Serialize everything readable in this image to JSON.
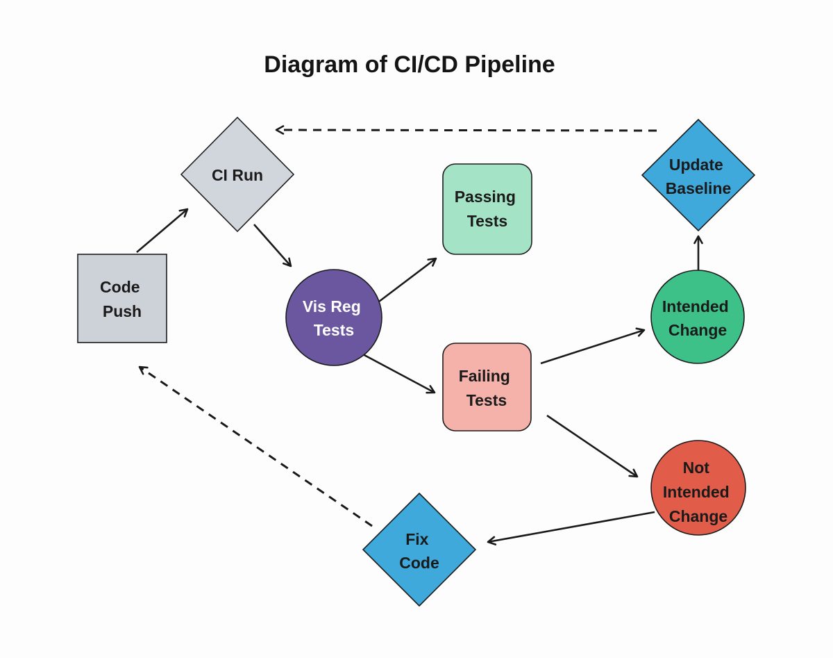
{
  "title": "Diagram of CI/CD Pipeline",
  "background_color": "#fdfdfd",
  "line_color": "#1a1a1a",
  "nodes": {
    "code_push": {
      "label": "Code Push",
      "shape": "square",
      "fill": "#cdd2d9",
      "text_color": "#1a1a1a",
      "lines": [
        "Code",
        "Push"
      ]
    },
    "ci_run": {
      "label": "CI Run",
      "shape": "diamond",
      "fill": "#d1d6dc",
      "text_color": "#1a1a1a",
      "lines": [
        "CI Run"
      ]
    },
    "vis_reg_tests": {
      "label": "Vis Reg Tests",
      "shape": "circle",
      "fill": "#6a57a0",
      "text_color": "#ffffff",
      "lines": [
        "Vis Reg",
        "Tests"
      ]
    },
    "passing_tests": {
      "label": "Passing Tests",
      "shape": "rounded-square",
      "fill": "#a4e3c5",
      "text_color": "#1a1a1a",
      "lines": [
        "Passing",
        "Tests"
      ]
    },
    "failing_tests": {
      "label": "Failing Tests",
      "shape": "rounded-square",
      "fill": "#f4b2aa",
      "text_color": "#1a1a1a",
      "lines": [
        "Failing",
        "Tests"
      ]
    },
    "intended_change": {
      "label": "Intended Change",
      "shape": "circle",
      "fill": "#3ec189",
      "text_color": "#1a1a1a",
      "lines": [
        "Intended",
        "Change"
      ]
    },
    "not_intended_change": {
      "label": "Not Intended Change",
      "shape": "circle",
      "fill": "#e25c4a",
      "text_color": "#1a1a1a",
      "lines": [
        "Not",
        "Intended",
        "Change"
      ]
    },
    "update_baseline": {
      "label": "Update Baseline",
      "shape": "diamond",
      "fill": "#3fa9dc",
      "text_color": "#1a1a1a",
      "lines": [
        "Update",
        "Baseline"
      ]
    },
    "fix_code": {
      "label": "Fix Code",
      "shape": "diamond",
      "fill": "#3fa9dc",
      "text_color": "#1a1a1a",
      "lines": [
        "Fix",
        "Code"
      ]
    }
  },
  "edges": [
    {
      "from": "code_push",
      "to": "ci_run",
      "style": "solid"
    },
    {
      "from": "ci_run",
      "to": "vis_reg_tests",
      "style": "solid"
    },
    {
      "from": "vis_reg_tests",
      "to": "passing_tests",
      "style": "solid"
    },
    {
      "from": "vis_reg_tests",
      "to": "failing_tests",
      "style": "solid"
    },
    {
      "from": "failing_tests",
      "to": "intended_change",
      "style": "solid"
    },
    {
      "from": "failing_tests",
      "to": "not_intended_change",
      "style": "solid"
    },
    {
      "from": "intended_change",
      "to": "update_baseline",
      "style": "solid"
    },
    {
      "from": "not_intended_change",
      "to": "fix_code",
      "style": "solid"
    },
    {
      "from": "update_baseline",
      "to": "ci_run",
      "style": "dashed"
    },
    {
      "from": "fix_code",
      "to": "code_push",
      "style": "dashed"
    }
  ]
}
